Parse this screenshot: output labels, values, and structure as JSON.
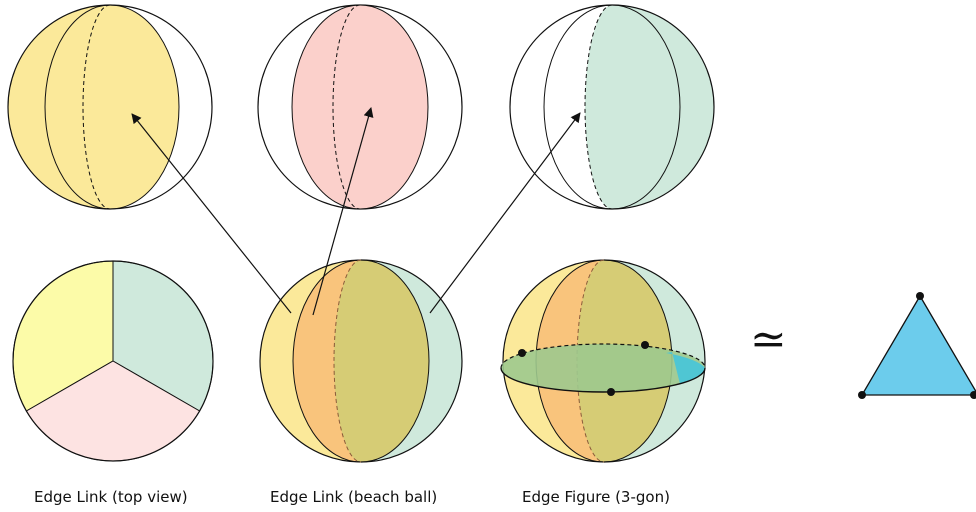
{
  "captions": {
    "top_view": "Edge Link (top view)",
    "beach_ball": "Edge Link (beach ball)",
    "edge_figure": "Edge Figure (3-gon)"
  },
  "equivalence_symbol": "≃",
  "colors": {
    "yellow": "#fbe99a",
    "pink": "#fbd0cb",
    "mint": "#cfe9dc",
    "orange": "#f9c47c",
    "olive": "#d6cc75",
    "triangle": "#6cccec",
    "teal_slice": "#4fc6d3",
    "light_yellow": "#fcfba8",
    "light_pink": "#fde3e2"
  }
}
